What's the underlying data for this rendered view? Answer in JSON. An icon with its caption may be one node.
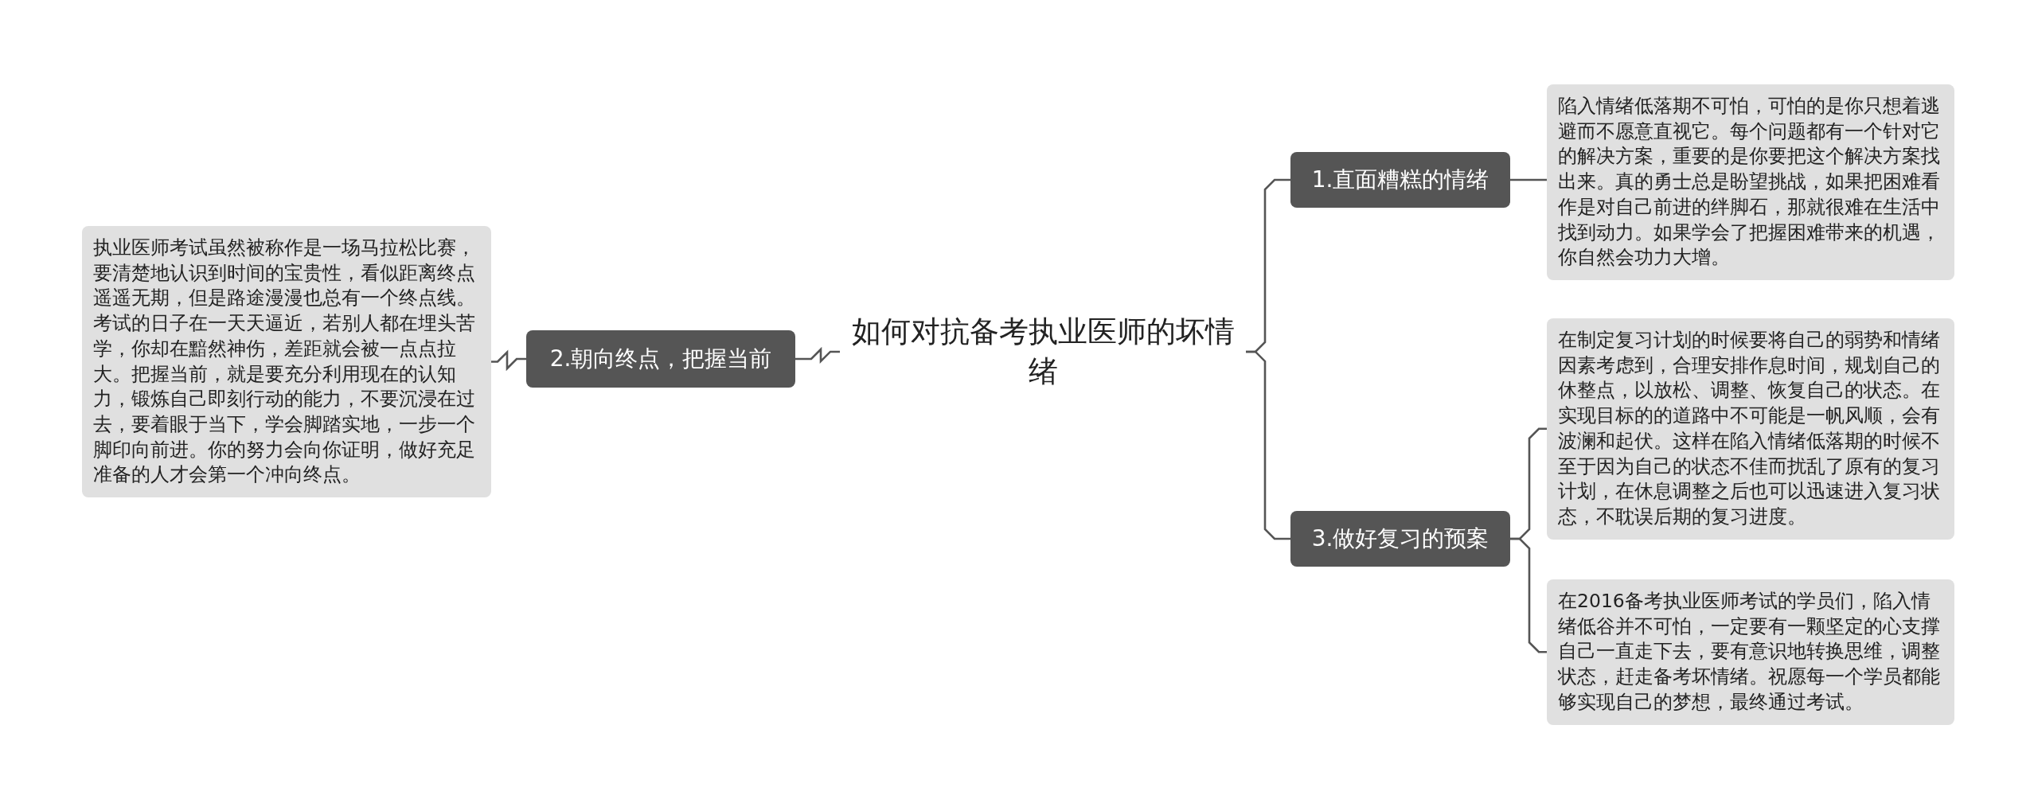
{
  "diagram": {
    "nodes": [
      {
        "text": [
          "如何对抗备考执业医师的坏情绪"
        ]
      },
      {
        "text": [
          "1.直面糟糕的情绪"
        ]
      },
      {
        "text": [
          "陷入情绪低落期不可怕，可怕的是你只想着逃避而不愿意直视它。每个问题都有一个针对它的解决方案，重要的是你要把这个解决方案找出来。真的勇士总是盼望挑战，如果把困难看作是对自己前进的绊脚石，那就很难在生活中找到动力。如果学会了把握困难带来的机遇，你自然会功力大增。"
        ]
      },
      {
        "text": [
          "2.朝向终点，把握当前"
        ]
      },
      {
        "text": [
          "执业医师考试虽然被称作是一场马拉松比赛，要清楚地认识到时间的宝贵性，看似距离终点遥遥无期，但是路途漫漫也总有一个终点线。考试的日子在一天天逼近，若别人都在埋头苦学，你却在黯然神伤，差距就会被一点点拉大。把握当前，就是要充分利用现在的认知力，锻炼自己即刻行动的能力，不要沉浸在过去，要着眼于当下，学会脚踏实地，一步一个脚印向前进。你的努力会向你证明，做好充足准备的人才会第一个冲向终点。"
        ]
      },
      {
        "text": [
          "3.做好复习的预案"
        ]
      },
      {
        "text": [
          "在制定复习计划的时候要将自己的弱势和情绪因素考虑到，合理安排作息时间，规划自己的休整点，以放松、调整、恢复自己的状态。在实现目标的的道路中不可能是一帆风顺，会有波澜和起伏。这样在陷入情绪低落期的时候不至于因为自己的状态不佳而扰乱了原有的复习计划，在休息调整之后也可以迅速进入复习状态，不耽误后期的复习进度。"
        ]
      },
      {
        "text": [
          "在2016备考执业医师考试的学员们，陷入情绪低谷并不可怕，一定要有一颗坚定的心支撑自己一直走下去，要有意识地转换思维，调整状态，赶走备考坏情绪。祝愿每一个学员都能够实现自己的梦想，最终通过考试。"
        ]
      }
    ],
    "edges": [
      {
        "from": 0,
        "to": 1,
        "arrow": "none"
      },
      {
        "from": 1,
        "to": 2,
        "arrow": "none"
      },
      {
        "from": 0,
        "to": 3,
        "arrow": "none"
      },
      {
        "from": 3,
        "to": 4,
        "arrow": "none"
      },
      {
        "from": 0,
        "to": 5,
        "arrow": "none"
      },
      {
        "from": 5,
        "to": 6,
        "arrow": "none"
      },
      {
        "from": 5,
        "to": 7,
        "arrow": "none"
      }
    ]
  }
}
